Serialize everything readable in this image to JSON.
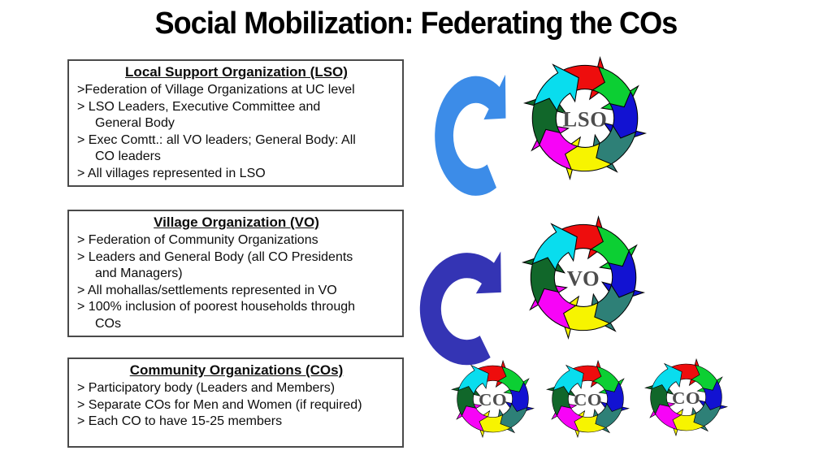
{
  "title": "Social Mobilization: Federating the COs",
  "boxes": [
    {
      "heading": "Local Support Organization (LSO)",
      "lines": [
        ">Federation of Village Organizations at UC level",
        "> LSO Leaders, Executive Committee and",
        "General Body",
        "> Exec Comtt.: all VO leaders; General Body: All",
        "CO leaders",
        "> All villages represented in LSO"
      ]
    },
    {
      "heading": "Village Organization (VO)",
      "lines": [
        "> Federation of Community Organizations",
        "> Leaders and General Body (all CO Presidents",
        "and Managers)",
        "> All mohallas/settlements represented in VO",
        "> 100% inclusion of poorest households through",
        "COs"
      ]
    },
    {
      "heading": "Community Organizations (COs)",
      "lines": [
        "> Participatory body (Leaders and Members)",
        "> Separate COs for Men and Women (if required)",
        "> Each CO to have 15-25 members"
      ]
    }
  ],
  "cycles": [
    {
      "id": "lso",
      "label": "LSO"
    },
    {
      "id": "vo",
      "label": "VO"
    },
    {
      "id": "co-1",
      "label": "CO"
    },
    {
      "id": "co-2",
      "label": "CO"
    },
    {
      "id": "co-3",
      "label": "CO"
    }
  ],
  "cycle_style": {
    "segment_colors_clockwise_from_top": [
      "#ee0d0d",
      "#0ccf33",
      "#1212d2",
      "#2e8077",
      "#f7f400",
      "#f704f7",
      "#11672a",
      "#09ddee"
    ],
    "outline_color": "#000000",
    "label_color": "#4d4d4d"
  },
  "flow_arrows": [
    {
      "id": "vo-to-lso",
      "color": "#3c8ce8"
    },
    {
      "id": "co-to-vo",
      "color": "#3434b4"
    }
  ]
}
